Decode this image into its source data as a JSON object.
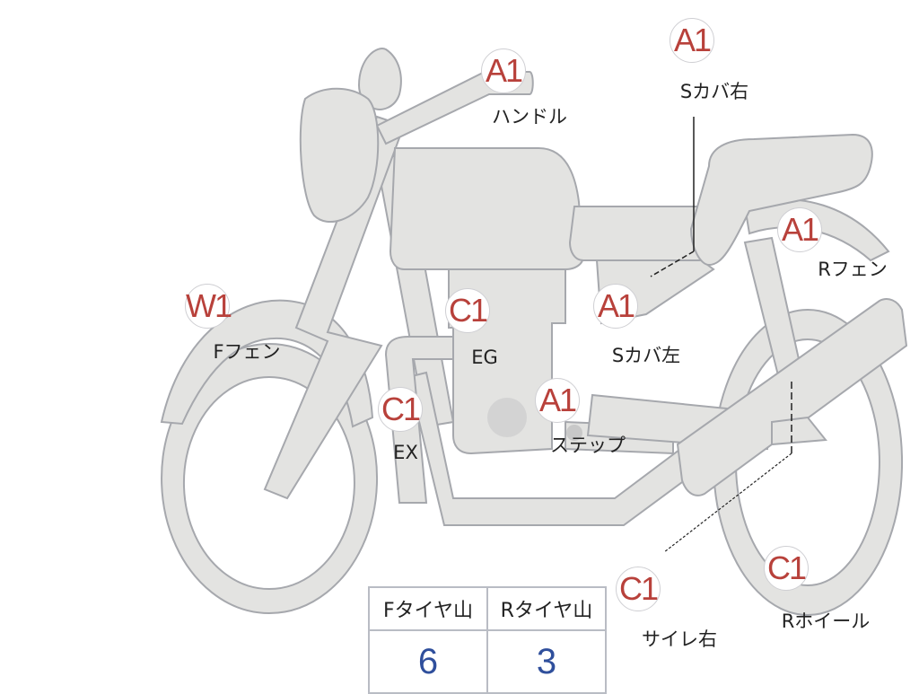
{
  "colors": {
    "badge_text": "#b8413b",
    "value_text": "#2f4f9c",
    "body_fill": "#e3e3e1"
  },
  "markers": [
    {
      "code": "A1",
      "label": "ハンドル"
    },
    {
      "code": "A1",
      "label": "Sカバ右"
    },
    {
      "code": "A1",
      "label": "Rフェン"
    },
    {
      "code": "W1",
      "label": "Fフェン"
    },
    {
      "code": "C1",
      "label": "EG"
    },
    {
      "code": "A1",
      "label": "Sカバ左"
    },
    {
      "code": "C1",
      "label": "EX"
    },
    {
      "code": "A1",
      "label": "ステップ"
    },
    {
      "code": "C1",
      "label": "サイレ右"
    },
    {
      "code": "C1",
      "label": "Rホイール"
    }
  ],
  "tires": {
    "front_label": "Fタイヤ山",
    "rear_label": "Rタイヤ山",
    "front_value": "6",
    "rear_value": "3"
  }
}
